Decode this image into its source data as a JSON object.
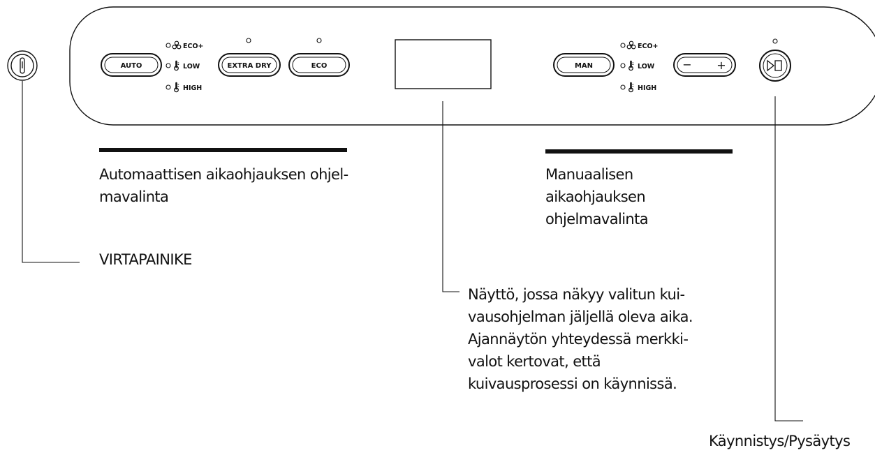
{
  "panel": {
    "buttons": {
      "auto": "AUTO",
      "extra_dry": "EXTRA DRY",
      "eco": "ECO",
      "man": "MAN",
      "minus": "−",
      "plus": "+"
    },
    "indicators": {
      "eco_plus": "ECO+",
      "low": "LOW",
      "high": "HIGH"
    },
    "icons": {
      "power": "power-icon",
      "fan": "fan-icon",
      "thermometer": "thermometer-icon",
      "play_pause": "play-pause-icon"
    }
  },
  "captions": {
    "auto_program": [
      "Automaattisen aikaohjauksen ohjel-",
      "mavalinta"
    ],
    "power_button": [
      "VIRTAPAINIKE"
    ],
    "manual_program": [
      "Manuaalisen",
      "aikaohjauksen",
      "ohjelmavalinta"
    ],
    "display": [
      "Näyttö, jossa näkyy valitun kui-",
      "vausohjelman jäljellä oleva aika.",
      "Ajannäytön yhteydessä merkki-",
      "valot kertovat, että",
      "kuivausprosessi on käynnissä."
    ],
    "start_stop": [
      "Käynnistys/Pysäytys"
    ]
  }
}
